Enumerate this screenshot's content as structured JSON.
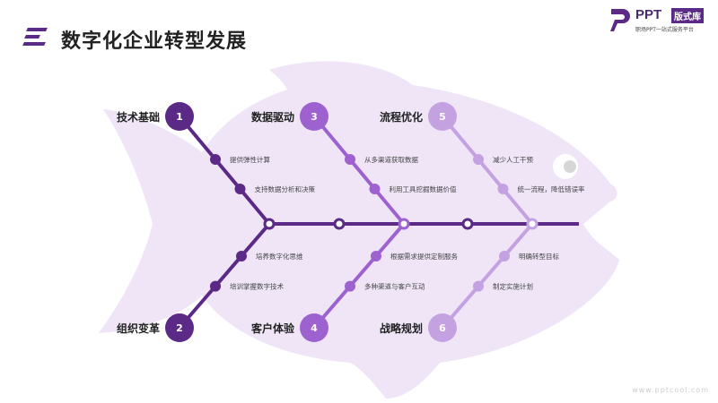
{
  "title": "数字化企业转型发展",
  "logo": {
    "name": "PPT",
    "badge": "版式库",
    "tagline": "职场PPT一站式服务平台"
  },
  "watermark": "www.pptcool.com",
  "colors": {
    "dark": "#5b2a86",
    "mid": "#9d62d0",
    "light": "#c4a2e2",
    "fish": "#efe5f7"
  },
  "branches": [
    {
      "num": "1",
      "label": "技术基础",
      "items": [
        "提供弹性计算",
        "支持数据分析和决策"
      ]
    },
    {
      "num": "2",
      "label": "组织变革",
      "items": [
        "培养数字化思维",
        "培训掌握数字技术"
      ]
    },
    {
      "num": "3",
      "label": "数据驱动",
      "items": [
        "从多渠道获取数据",
        "利用工具挖掘数据价值"
      ]
    },
    {
      "num": "4",
      "label": "客户体验",
      "items": [
        "根据需求提供定制服务",
        "多种渠道与客户互动"
      ]
    },
    {
      "num": "5",
      "label": "流程优化",
      "items": [
        "减少人工干预",
        "统一流程，降低错误率"
      ]
    },
    {
      "num": "6",
      "label": "战略规划",
      "items": [
        "明确转型目标",
        "制定实施计划"
      ]
    }
  ]
}
